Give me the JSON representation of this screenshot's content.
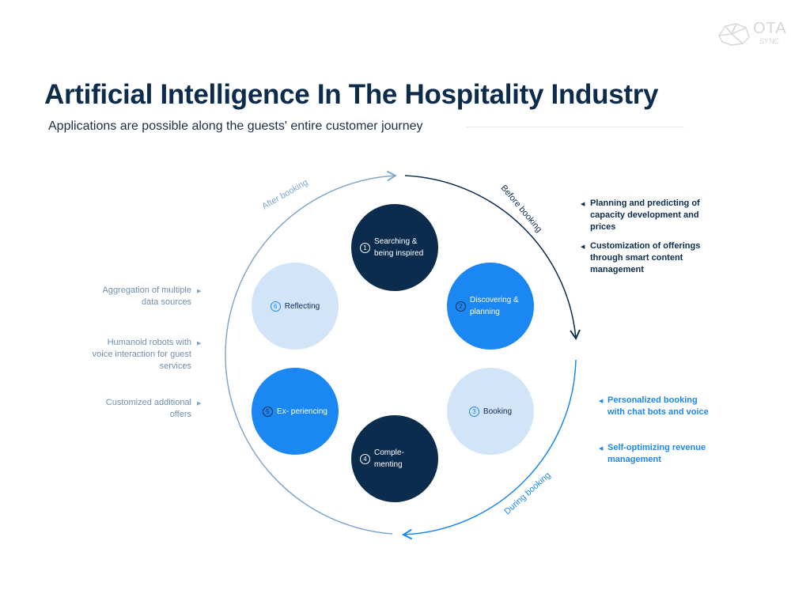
{
  "logo": {
    "text": "OTA",
    "subtext": "SYNC"
  },
  "title": "Artificial Intelligence In The Hospitality Industry",
  "subtitle": "Applications are possible along the guests' entire customer journey",
  "phases": {
    "before": "Before booking",
    "during": "During booking",
    "after": "After booking"
  },
  "steps": [
    {
      "num": "1",
      "label": "Searching & being inspired",
      "style": "navy"
    },
    {
      "num": "2",
      "label": "Discovering & planning",
      "style": "blue"
    },
    {
      "num": "3",
      "label": "Booking",
      "style": "light"
    },
    {
      "num": "4",
      "label": "Comple- menting",
      "style": "navy"
    },
    {
      "num": "5",
      "label": "Ex- periencing",
      "style": "blue"
    },
    {
      "num": "6",
      "label": "Reflecting",
      "style": "light"
    }
  ],
  "notes_before": [
    "Planning and predicting of capacity development and prices",
    "Customization of offerings through smart content management"
  ],
  "notes_during": [
    "Personalized booking with chat bots and voice",
    "Self-optimizing revenue management"
  ],
  "notes_after": [
    "Aggregation of multiple data sources",
    "Humanoid robots with voice interaction for guest services",
    "Customized additional offers"
  ],
  "colors": {
    "navy": "#0c2c4e",
    "blue": "#1b87f2",
    "light": "#d2e4f8",
    "after_arc": "#7fa7cc"
  }
}
